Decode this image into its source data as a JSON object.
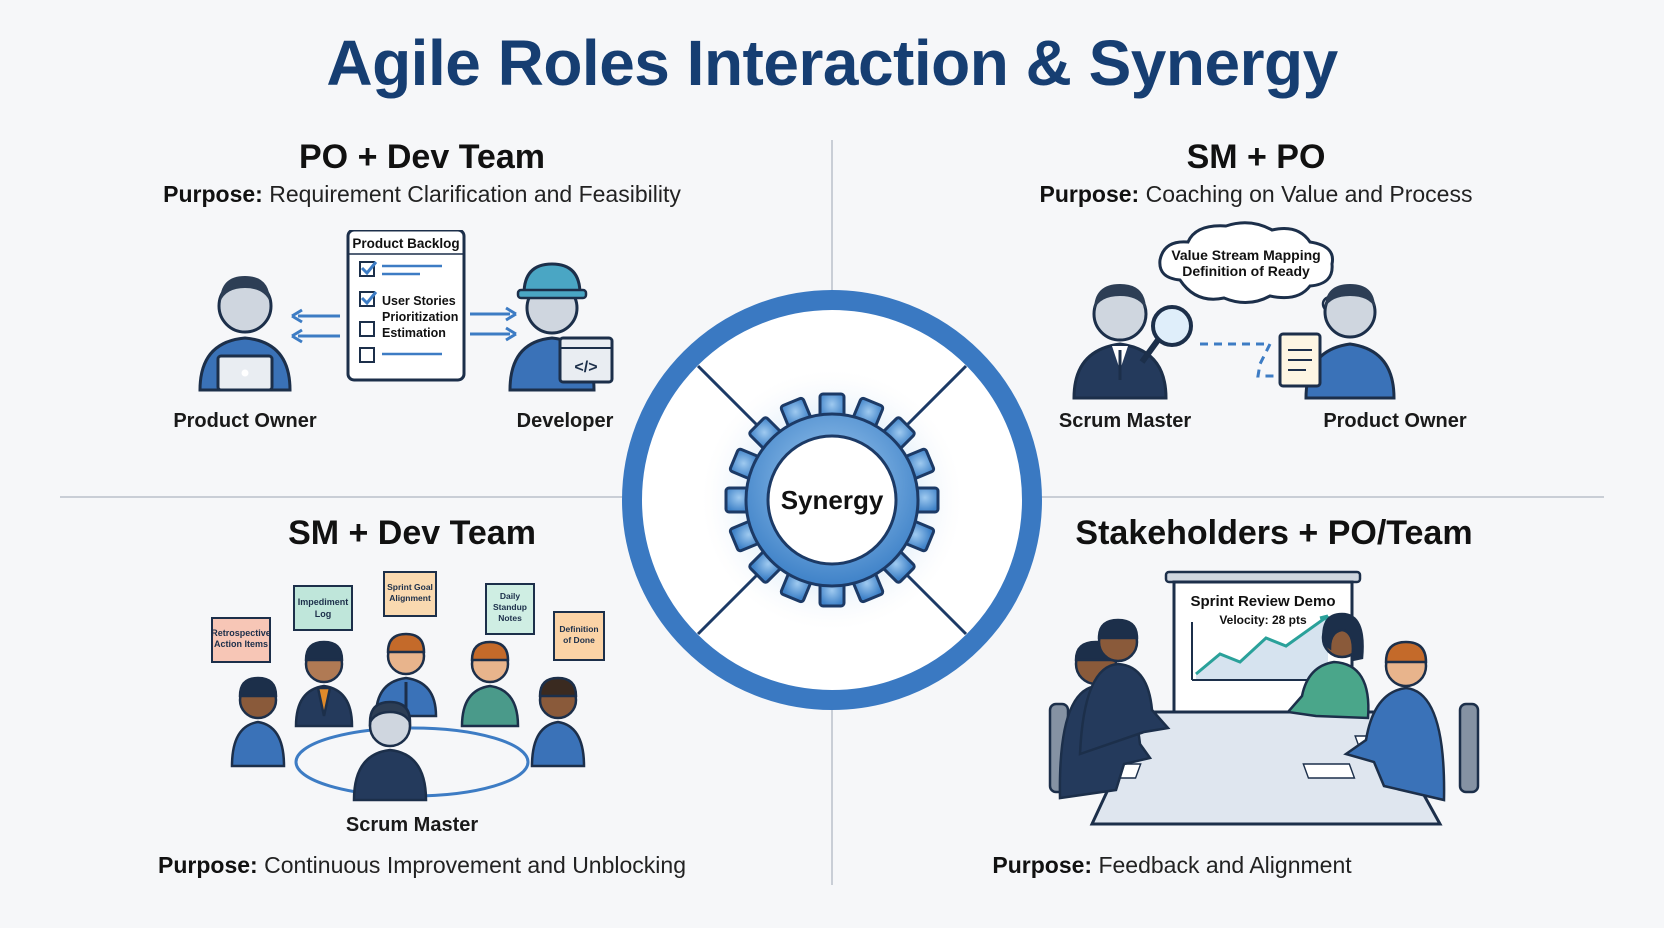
{
  "title": "Agile Roles Interaction & Synergy",
  "center": {
    "label": "Synergy"
  },
  "quadrants": {
    "po_dev": {
      "title": "PO + Dev Team",
      "purpose_label": "Purpose:",
      "purpose_text": "Requirement Clarification and Feasibility",
      "backlog_title": "Product Backlog",
      "backlog_items": [
        "User Stories",
        "Prioritization",
        "Estimation"
      ],
      "left_role": "Product Owner",
      "right_role": "Developer",
      "code_glyph": "</>"
    },
    "sm_po": {
      "title": "SM + PO",
      "purpose_label": "Purpose:",
      "purpose_text": "Coaching on Value and Process",
      "bubble_line1": "Value Stream Mapping",
      "bubble_line2": "Definition of Ready",
      "left_role": "Scrum Master",
      "right_role": "Product Owner"
    },
    "sm_dev": {
      "title": "SM + Dev Team",
      "purpose_label": "Purpose:",
      "purpose_text": "Continuous Improvement and Unblocking",
      "center_role": "Scrum Master",
      "notes": {
        "retro": [
          "Retrospective",
          "Action Items"
        ],
        "impediment": [
          "Impediment",
          "Log"
        ],
        "sprint_goal": [
          "Sprint Goal",
          "Alignment"
        ],
        "standup": [
          "Daily",
          "Standup",
          "Notes"
        ],
        "dod": [
          "Definition",
          "of Done"
        ]
      }
    },
    "stakeholders": {
      "title": "Stakeholders + PO/Team",
      "purpose_label": "Purpose:",
      "purpose_text": "Feedback and Alignment",
      "screen_title": "Sprint Review Demo",
      "screen_sub": "Velocity: 28 pts"
    }
  },
  "colors": {
    "title": "#163e72",
    "accent": "#3d7cc4",
    "ring": "#3a79c2",
    "skin": "#cfd6df",
    "shirt": "#3a72b8",
    "dark_hair": "#2d3e55",
    "note_retro": "#f7c6b6",
    "note_impediment": "#bfe6da",
    "note_sprint": "#f9d9b0",
    "note_standup": "#cfeee3",
    "note_dod": "#fbd3a6"
  }
}
